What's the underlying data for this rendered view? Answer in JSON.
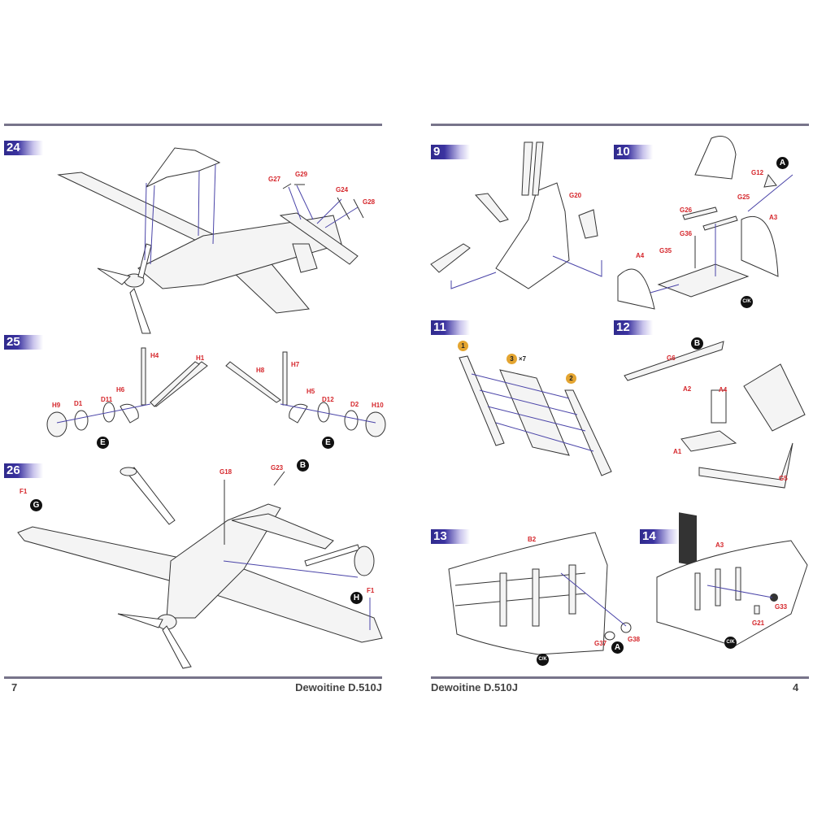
{
  "header": {},
  "left_page": {
    "page_number": "7",
    "footer_title": "Dewoitine D.510J",
    "steps": [
      {
        "number": "24",
        "parts": [
          "G27",
          "G29",
          "G24",
          "G28"
        ]
      },
      {
        "number": "25",
        "parts": [
          "H4",
          "H1",
          "H8",
          "H7",
          "H6",
          "D11",
          "D1",
          "H9",
          "H5",
          "D12",
          "D2",
          "H10"
        ],
        "markers": [
          "E",
          "E"
        ]
      },
      {
        "number": "26",
        "parts": [
          "G18",
          "G23",
          "F1",
          "F1"
        ],
        "markers": [
          "B",
          "G",
          "H"
        ]
      }
    ]
  },
  "right_page": {
    "page_number": "4",
    "footer_title": "Dewoitine D.510J",
    "steps": [
      {
        "number": "9",
        "parts": [
          "G20"
        ]
      },
      {
        "number": "10",
        "parts": [
          "G12",
          "G25",
          "G26",
          "A3",
          "G36",
          "G35",
          "A4"
        ],
        "markers": [
          "A",
          "C/K"
        ]
      },
      {
        "number": "11",
        "sub_parts": [
          "1",
          "3",
          "2"
        ],
        "multiplier": "×7"
      },
      {
        "number": "12",
        "parts": [
          "G6",
          "A2",
          "A4",
          "A1",
          "G5"
        ],
        "markers": [
          "B"
        ]
      },
      {
        "number": "13",
        "parts": [
          "B2",
          "G37",
          "G38"
        ],
        "markers": [
          "A",
          "C/K"
        ]
      },
      {
        "number": "14",
        "parts": [
          "A3",
          "G33",
          "G21"
        ],
        "markers": [
          "C/K"
        ]
      }
    ]
  },
  "colors": {
    "badge": "#2f2a8c",
    "part_label": "#d5262b",
    "rule": "#77748a",
    "subassembly": "#e4a531"
  }
}
